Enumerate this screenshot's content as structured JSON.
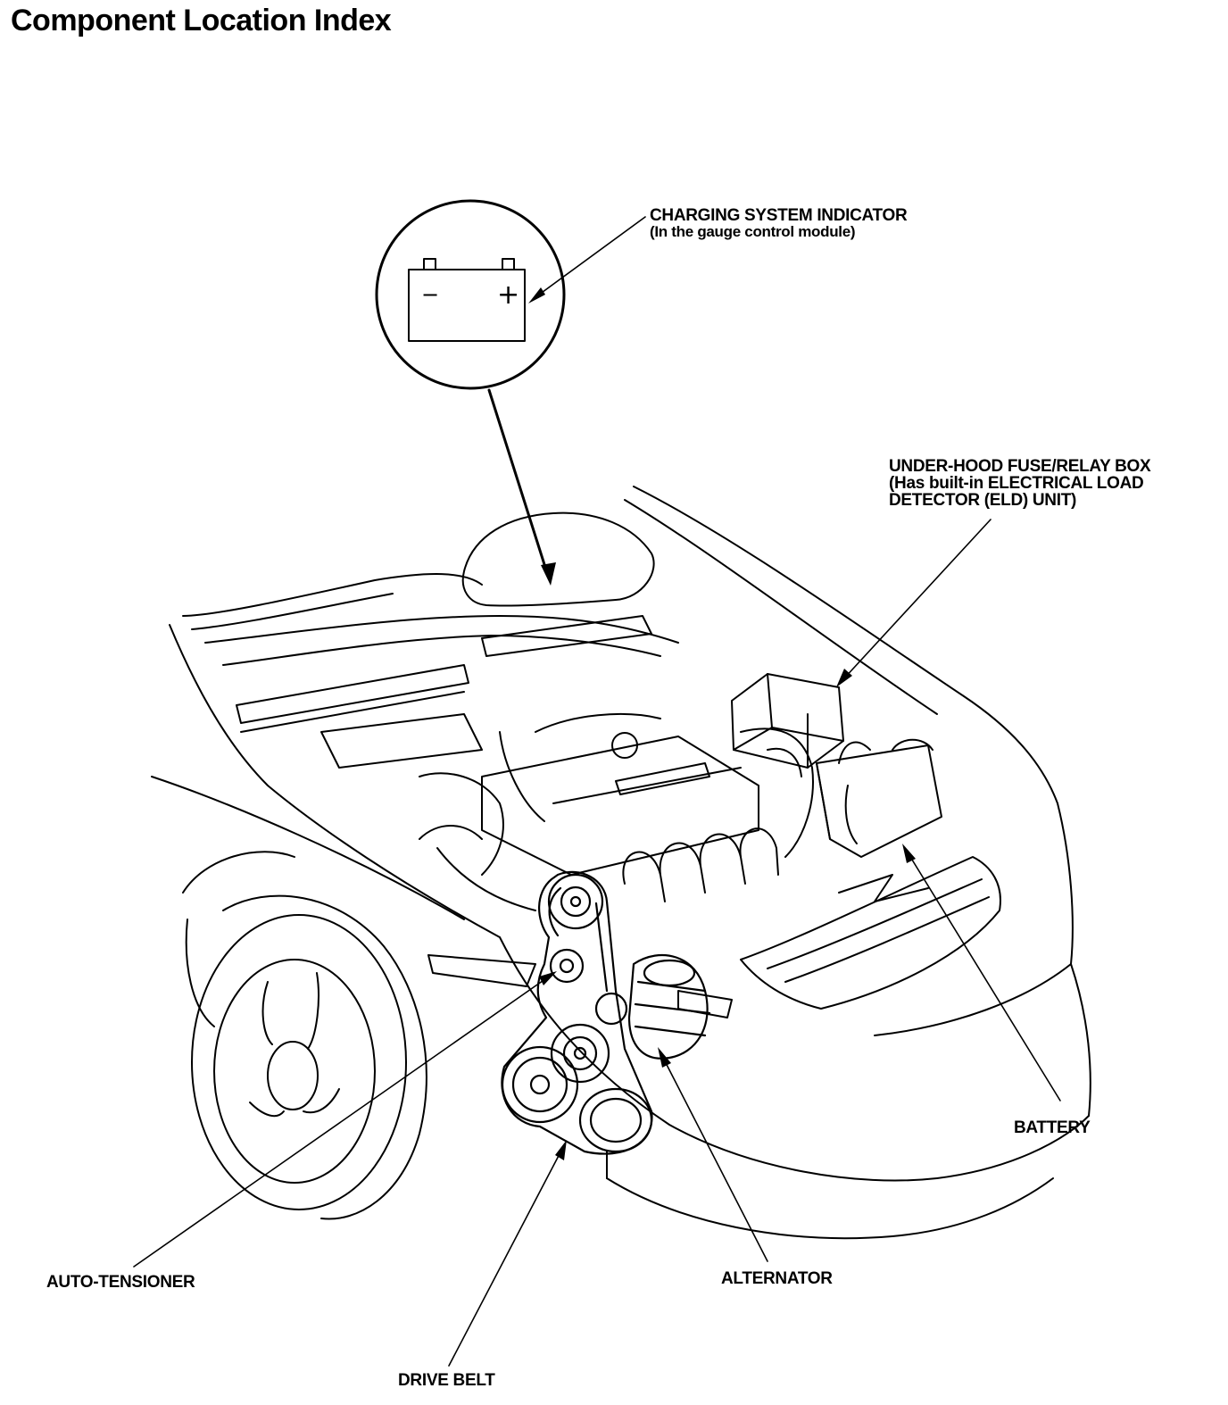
{
  "title": "Component Location Index",
  "callouts": {
    "charging_indicator": {
      "label": "CHARGING SYSTEM INDICATOR",
      "sublabel": "(In the gauge control module)"
    },
    "fuse_box": {
      "line1": "UNDER-HOOD FUSE/RELAY BOX",
      "line2": "(Has built-in ELECTRICAL LOAD",
      "line3": "DETECTOR (ELD) UNIT)"
    },
    "battery": {
      "label": "BATTERY"
    },
    "alternator": {
      "label": "ALTERNATOR"
    },
    "auto_tensioner": {
      "label": "AUTO-TENSIONER"
    },
    "drive_belt": {
      "label": "DRIVE BELT"
    }
  },
  "indicator_icon": {
    "minus_symbol": "−",
    "plus_symbol": "+"
  }
}
